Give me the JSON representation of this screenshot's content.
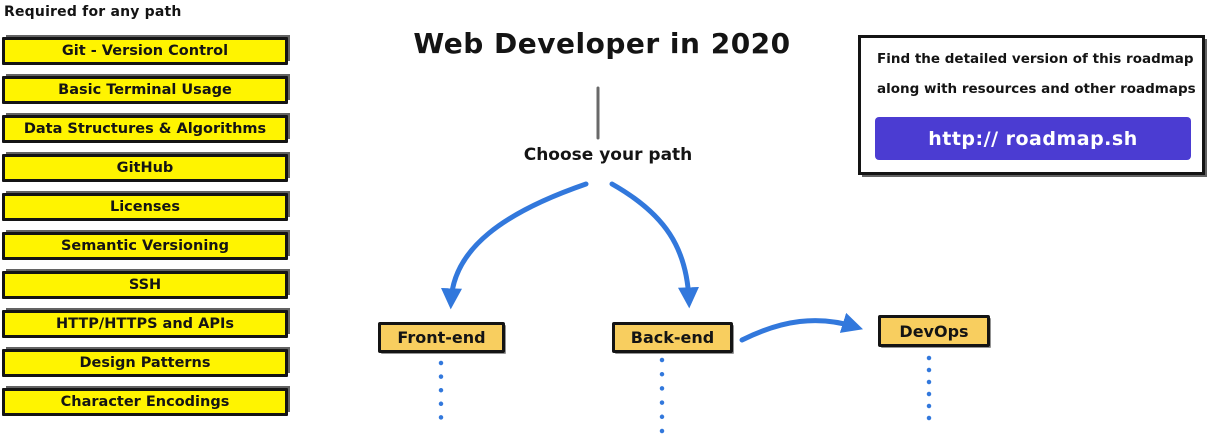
{
  "title": "Web Developer in 2020",
  "subtitle": "Choose your path",
  "sidebar": {
    "heading": "Required for any path",
    "items": [
      "Git - Version Control",
      "Basic Terminal Usage",
      "Data Structures & Algorithms",
      "GitHub",
      "Licenses",
      "Semantic Versioning",
      "SSH",
      "HTTP/HTTPS and APIs",
      "Design Patterns",
      "Character Encodings"
    ]
  },
  "paths": {
    "front_end": "Front-end",
    "back_end": "Back-end",
    "devops": "DevOps"
  },
  "info_box": {
    "line1": "Find the detailed version of this roadmap",
    "line2": "along with resources and other roadmaps",
    "button_label": "http:// roadmap.sh"
  },
  "colors": {
    "required_yellow": "#FFF400",
    "path_box_orange": "#F8CE5F",
    "arrow_blue": "#3278DC",
    "button_purple": "#4B3CD2",
    "stem_gray": "#696969"
  }
}
